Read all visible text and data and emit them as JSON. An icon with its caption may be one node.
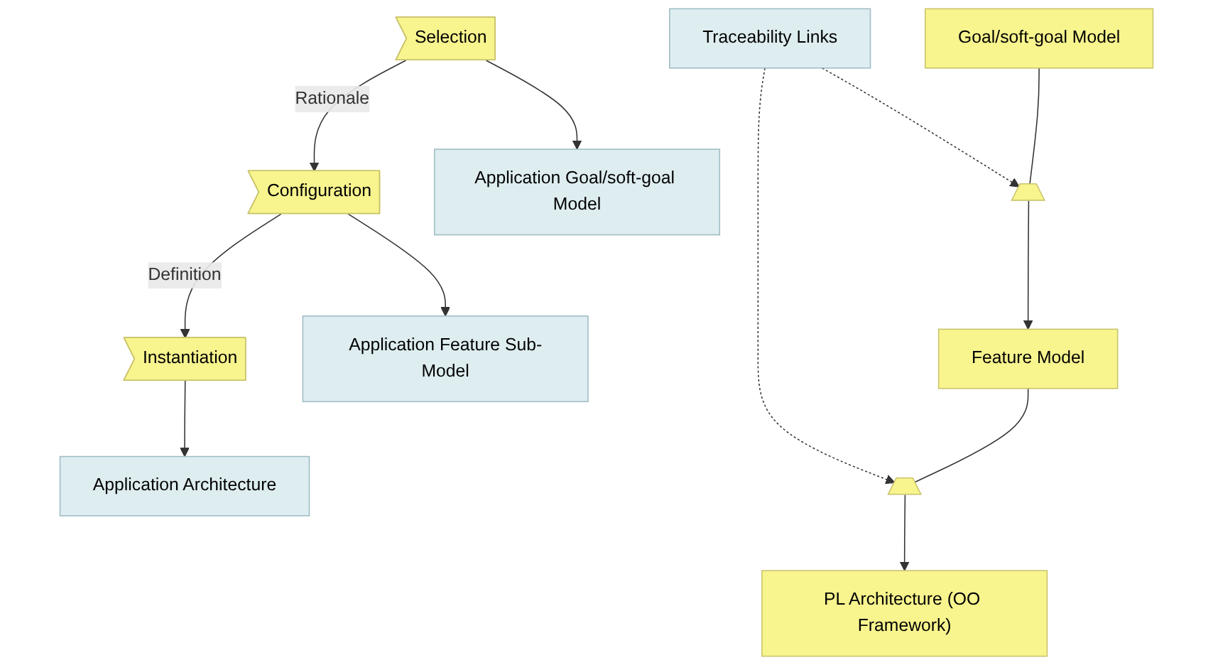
{
  "diagram": {
    "nodes": [
      {
        "text": [
          "Goal/soft-goal Model"
        ]
      },
      {
        "text": [
          "Selection"
        ]
      },
      {
        "text": [
          "Application Goal/soft-goal Model"
        ]
      },
      {
        "text": [],
        "shape": "arrow"
      },
      {
        "text": [
          "Traceability Links"
        ]
      },
      {
        "text": [
          "Feature Model"
        ]
      },
      {
        "text": [
          "Configuration"
        ]
      },
      {
        "text": [
          "Application Feature Sub-Model"
        ]
      },
      {
        "text": [],
        "shape": "arrow"
      },
      {
        "text": [
          "PL Architecture (OO Framework)"
        ]
      },
      {
        "text": [
          "Instantiation"
        ]
      },
      {
        "text": [
          "Application Architecture"
        ]
      }
    ],
    "edges": [
      {
        "from": 0,
        "to": 3,
        "arrow": "none"
      },
      {
        "from": 3,
        "to": 5,
        "arrow": "to"
      },
      {
        "from": 5,
        "to": 8,
        "arrow": "none"
      },
      {
        "from": 8,
        "to": 9,
        "arrow": "to"
      },
      {
        "from": 4,
        "to": 3,
        "arrow": "to",
        "style": "dashed"
      },
      {
        "from": 4,
        "to": 8,
        "arrow": "to",
        "style": "dashed"
      },
      {
        "from": 1,
        "to": 2,
        "arrow": "to"
      },
      {
        "from": 1,
        "to": 6,
        "arrow": "to",
        "label": "Rationale"
      },
      {
        "from": 6,
        "to": 7,
        "arrow": "to"
      },
      {
        "from": 6,
        "to": 10,
        "arrow": "to",
        "label": "Definition"
      },
      {
        "from": 10,
        "to": 11,
        "arrow": "to"
      }
    ]
  }
}
